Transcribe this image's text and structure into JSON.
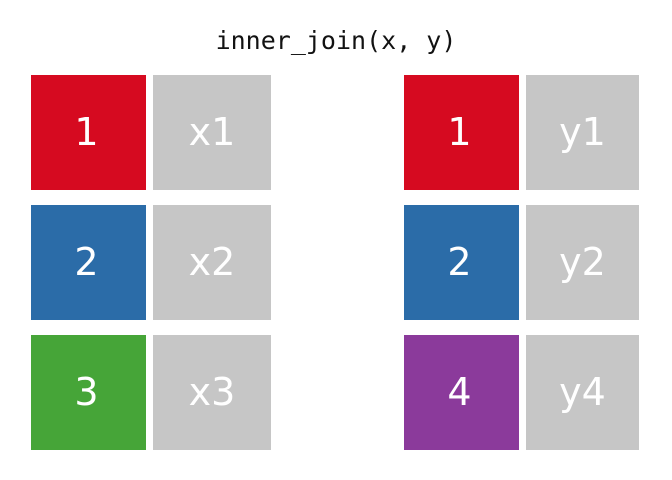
{
  "title": "inner_join(x, y)",
  "palette": {
    "background": "#ffffff",
    "title_color": "#121212",
    "value_box": "#c6c6c6",
    "value_text": "#ffffff",
    "key_text": "#ffffff",
    "key_red": "#d60a20",
    "key_blue": "#2b6ca8",
    "key_green": "#46a538",
    "key_purple": "#8b3a9b"
  },
  "tables": [
    {
      "name": "x",
      "rows": [
        {
          "key": "1",
          "key_color": "#d60a20",
          "value": "x1"
        },
        {
          "key": "2",
          "key_color": "#2b6ca8",
          "value": "x2"
        },
        {
          "key": "3",
          "key_color": "#46a538",
          "value": "x3"
        }
      ]
    },
    {
      "name": "y",
      "rows": [
        {
          "key": "1",
          "key_color": "#d60a20",
          "value": "y1"
        },
        {
          "key": "2",
          "key_color": "#2b6ca8",
          "value": "y2"
        },
        {
          "key": "4",
          "key_color": "#8b3a9b",
          "value": "y4"
        }
      ]
    }
  ]
}
